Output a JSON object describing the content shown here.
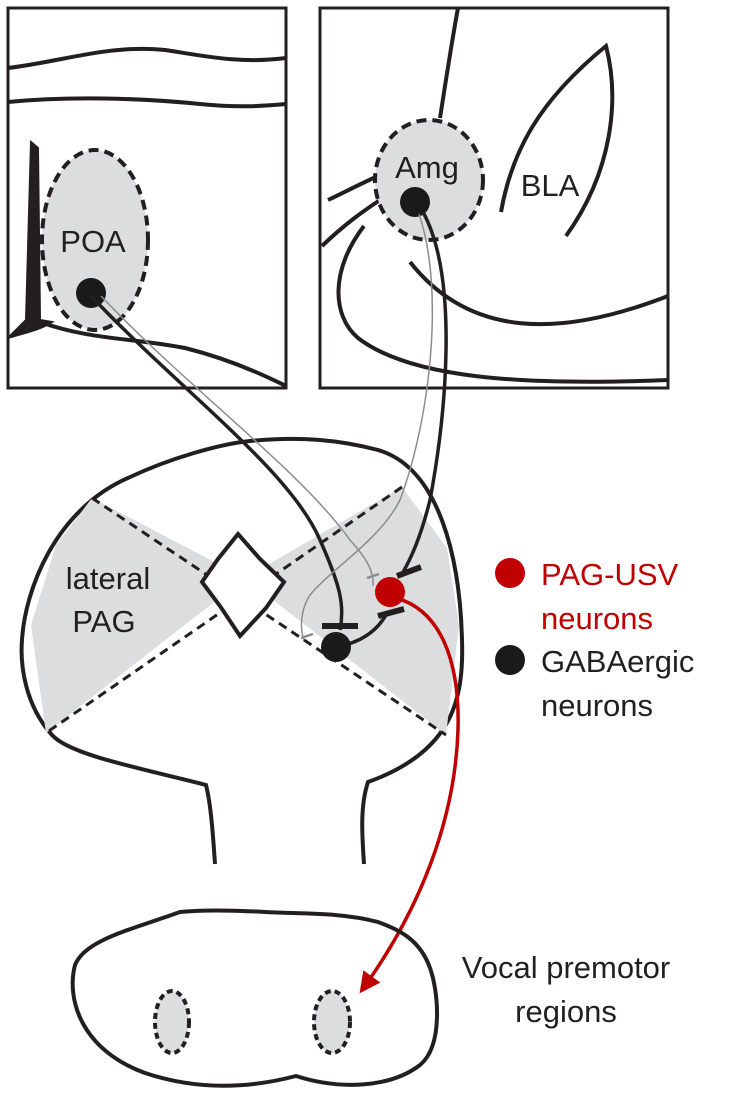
{
  "labels": {
    "poa": "POA",
    "amg": "Amg",
    "bla": "BLA",
    "lateral_line1": "lateral",
    "lateral_line2": "PAG",
    "vocal_line1": "Vocal premotor",
    "vocal_line2": "regions"
  },
  "legend": {
    "pag_usv_line1": "PAG-USV",
    "pag_usv_line2": "neurons",
    "gaba_line1": "GABAergic",
    "gaba_line2": "neurons"
  },
  "colors": {
    "pag_usv": "#c00000",
    "gabaergic": "#1a1a1a",
    "region_fill": "#dcdddf",
    "outline": "#231f20"
  }
}
